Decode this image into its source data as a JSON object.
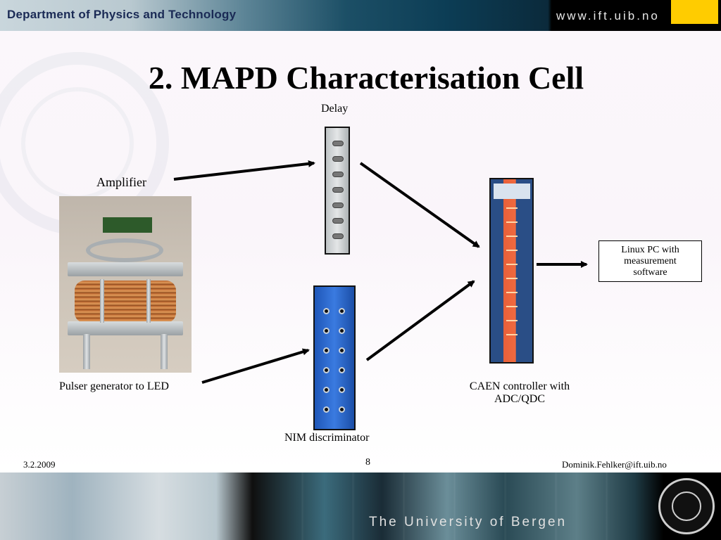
{
  "header": {
    "department": "Department of Physics and Technology",
    "url": "www.ift.uib.no"
  },
  "slide": {
    "title": "2. MAPD Characterisation Cell",
    "labels": {
      "delay": "Delay",
      "amplifier": "Amplifier",
      "pulser": "Pulser generator to LED",
      "nim": "NIM discriminator",
      "caen_line1": "CAEN controller with",
      "caen_line2": "ADC/QDC"
    },
    "pc_box": {
      "line1": "Linux PC with",
      "line2": "measurement",
      "line3": "software"
    }
  },
  "footer": {
    "date": "3.2.2009",
    "page_number": "8",
    "email": "Dominik.Fehlker@ift.uib.no",
    "university": "The University of Bergen"
  },
  "colors": {
    "header_yellow": "#ffcc00",
    "nim_blue": "#2f6fd6",
    "caen_orange": "#f06a3e"
  }
}
